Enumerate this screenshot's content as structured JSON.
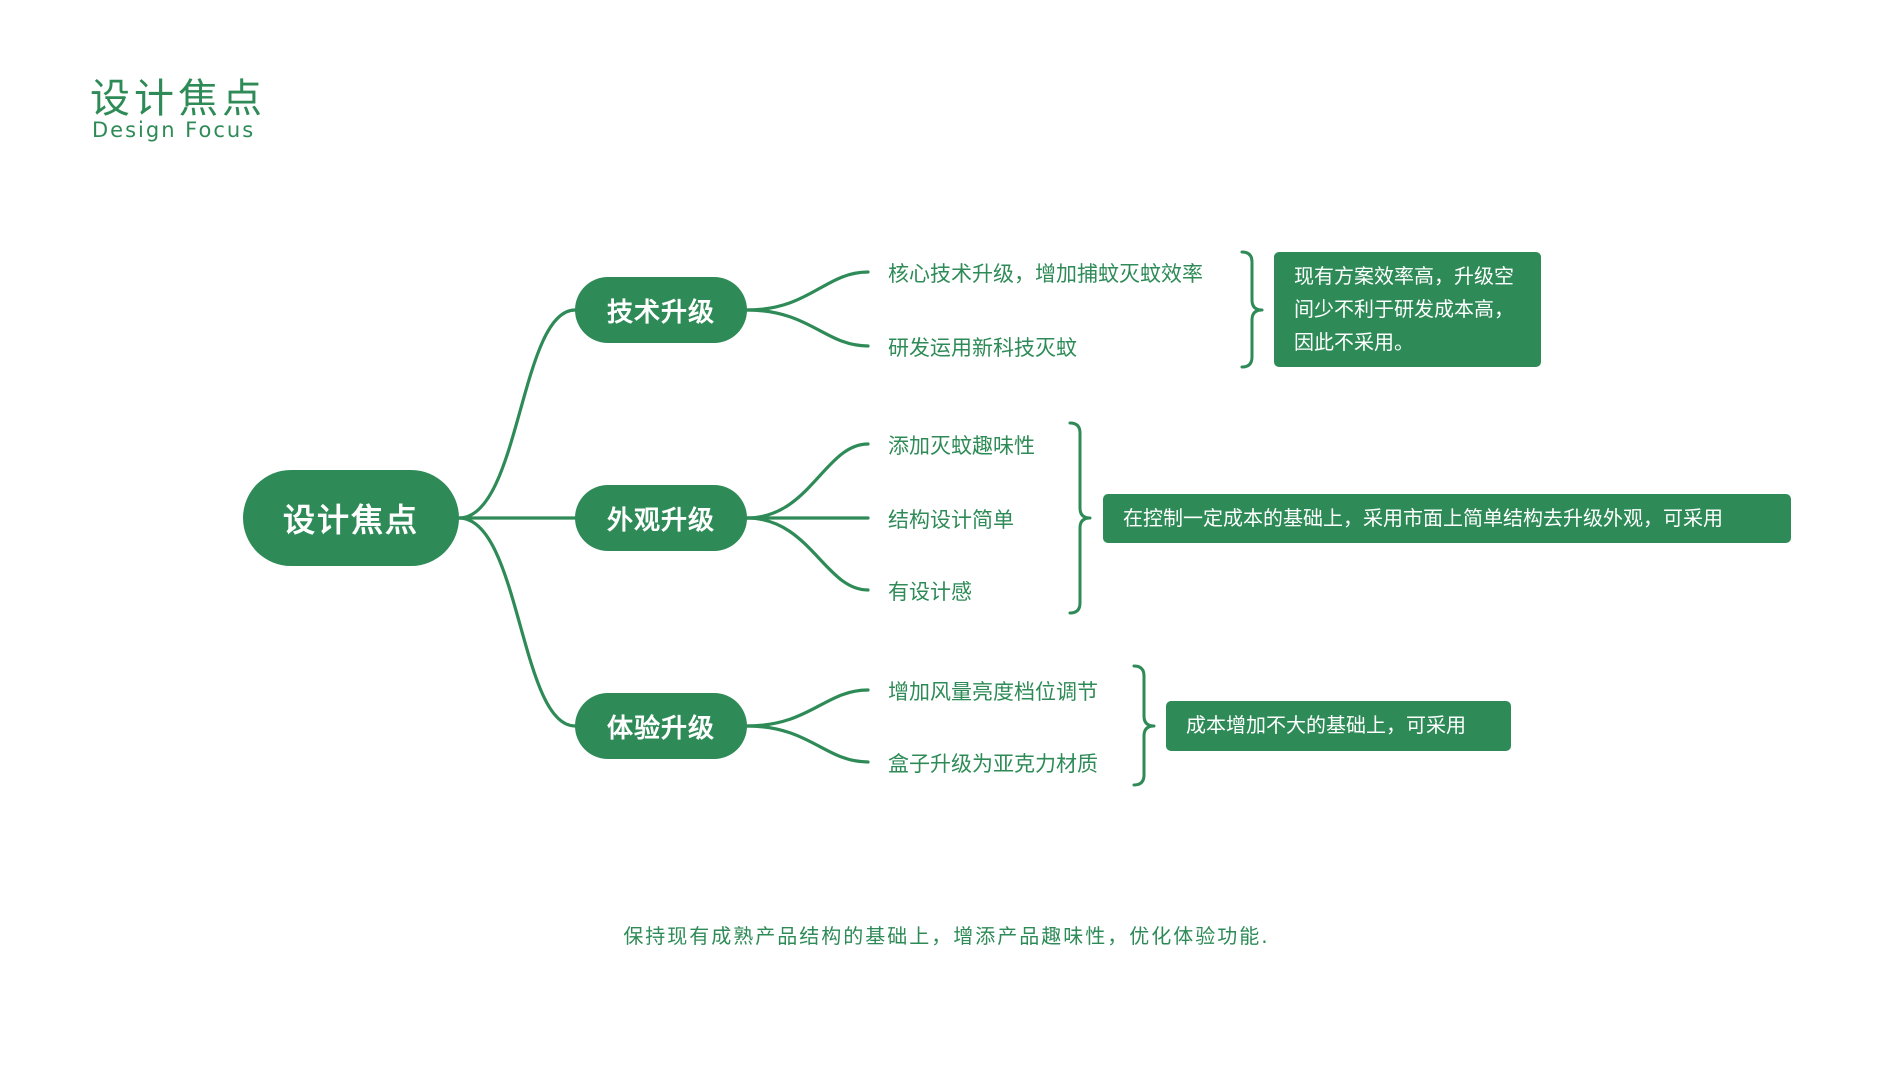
{
  "header": {
    "title": "设计焦点",
    "subtitle": "Design Focus"
  },
  "root": {
    "label": "设计焦点"
  },
  "branches": [
    {
      "label": "技术升级",
      "leaves": [
        "核心技术升级，增加捕蚊灭蚊效率",
        "研发运用新科技灭蚊"
      ],
      "note": "现有方案效率高，升级空间少不利于研发成本高，因此不采用。"
    },
    {
      "label": "外观升级",
      "leaves": [
        "添加灭蚊趣味性",
        "结构设计简单",
        "有设计感"
      ],
      "note": "在控制一定成本的基础上，采用市面上简单结构去升级外观，可采用"
    },
    {
      "label": "体验升级",
      "leaves": [
        "增加风量亮度档位调节",
        "盒子升级为亚克力材质"
      ],
      "note": "成本增加不大的基础上，可采用"
    }
  ],
  "footer": {
    "summary": "保持现有成熟产品结构的基础上，增添产品趣味性，优化体验功能."
  },
  "colors": {
    "accent": "#2e8b57",
    "background": "#ffffff",
    "text_on_accent": "#ffffff"
  }
}
